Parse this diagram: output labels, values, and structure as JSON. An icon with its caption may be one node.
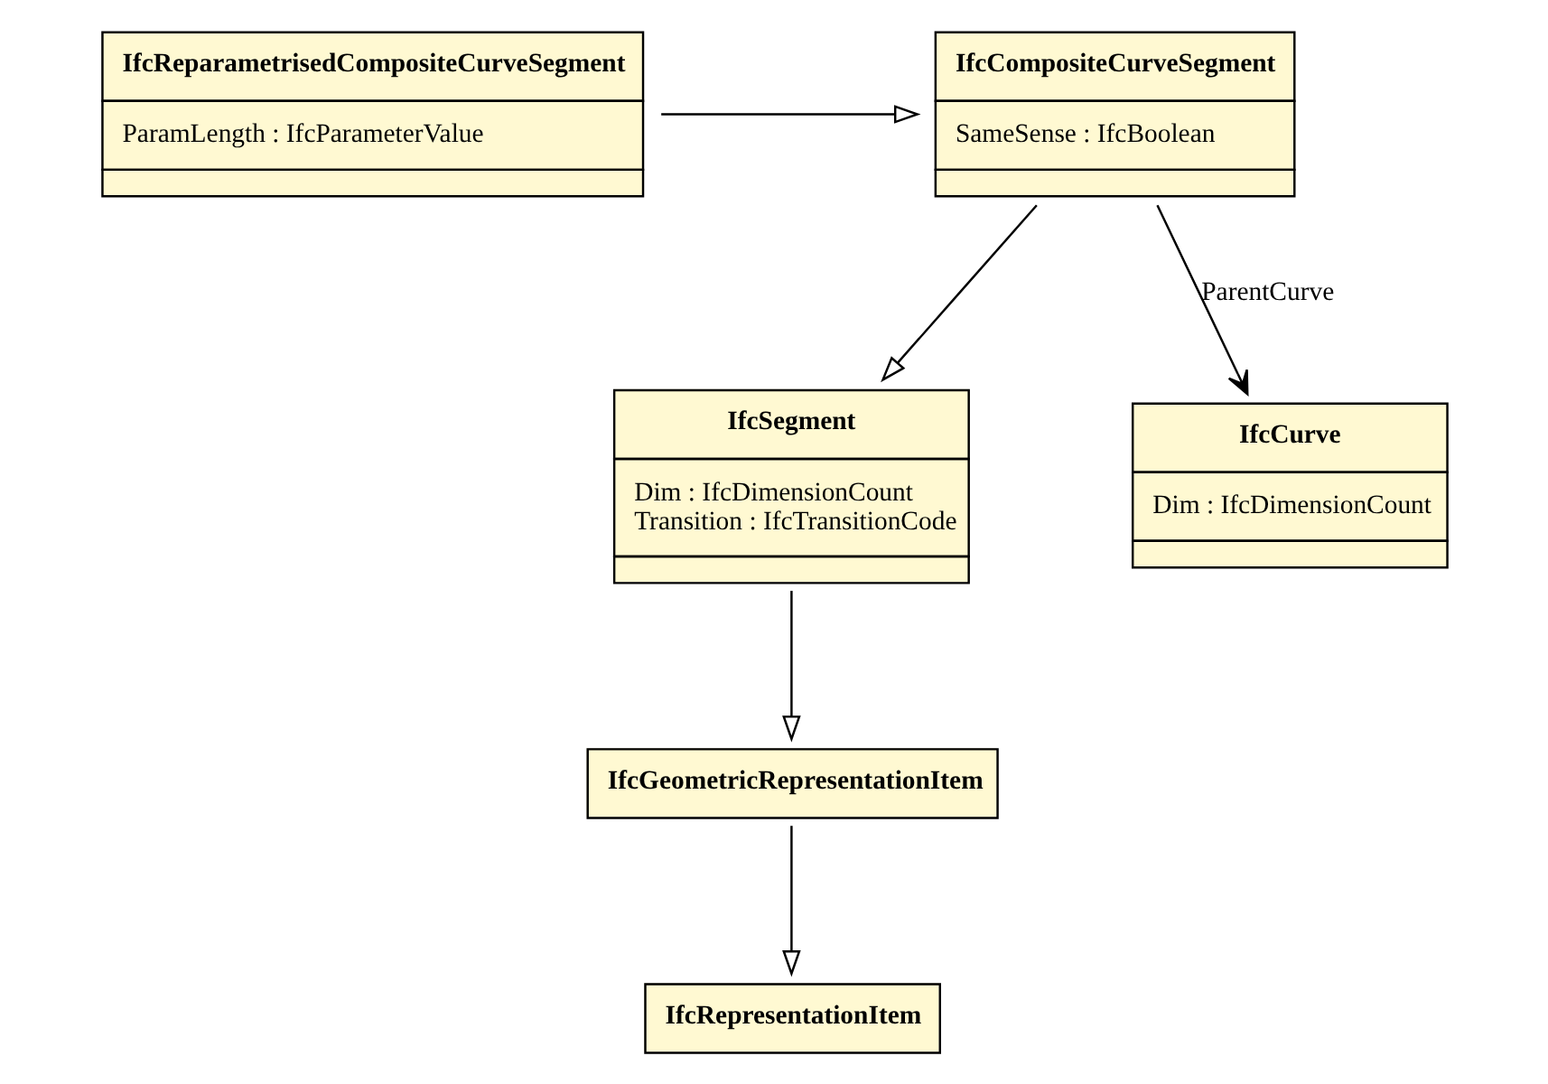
{
  "diagram": {
    "nodes": [
      {
        "text": [
          "IfcReparametrisedCompositeCurveSegment",
          "ParamLength : IfcParameterValue"
        ]
      },
      {
        "text": [
          "IfcCompositeCurveSegment",
          "SameSense : IfcBoolean"
        ]
      },
      {
        "text": [
          "IfcSegment",
          "Dim : IfcDimensionCount",
          "Transition : IfcTransitionCode"
        ]
      },
      {
        "text": [
          "IfcCurve",
          "Dim : IfcDimensionCount"
        ]
      },
      {
        "text": [
          "IfcGeometricRepresentationItem"
        ]
      },
      {
        "text": [
          "IfcRepresentationItem"
        ]
      }
    ],
    "edges": [
      {
        "from": 0,
        "to": 1,
        "arrow": "to"
      },
      {
        "from": 1,
        "to": 2,
        "arrow": "to"
      },
      {
        "from": 1,
        "to": 3,
        "arrow": "to",
        "label": "ParentCurve"
      },
      {
        "from": 2,
        "to": 4,
        "arrow": "to"
      },
      {
        "from": 4,
        "to": 5,
        "arrow": "to"
      }
    ]
  }
}
